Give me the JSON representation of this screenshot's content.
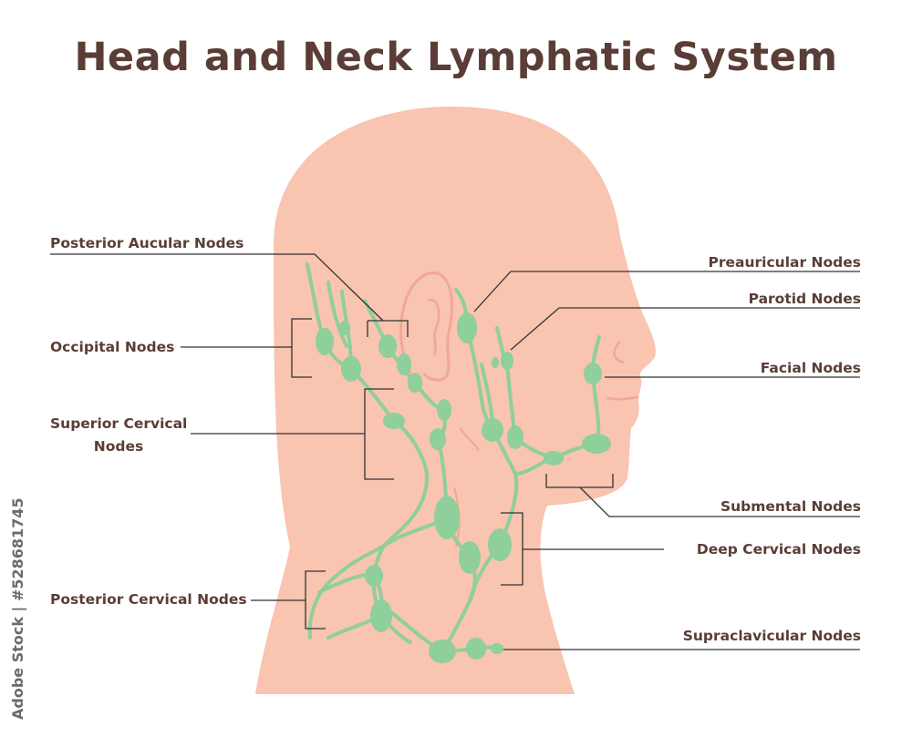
{
  "title": "Head and Neck Lymphatic System",
  "colors": {
    "skin": "#f9c4b0",
    "node": "#8fcf9c",
    "vessel": "#8fcf9c",
    "ear": "#f0a79a",
    "text": "#5a3d36",
    "line": "#333333"
  },
  "labels": {
    "posterior_auricular": "Posterior Aucular Nodes",
    "occipital": "Occipital Nodes",
    "superior_cervical_1": "Superior Cervical",
    "superior_cervical_2": "Nodes",
    "posterior_cervical": "Posterior Cervical Nodes",
    "preauricular": "Preauricular Nodes",
    "parotid": "Parotid Nodes",
    "facial": "Facial Nodes",
    "submental": "Submental Nodes",
    "deep_cervical": "Deep Cervical Nodes",
    "supraclavicular": "Supraclavicular Nodes"
  },
  "side_text": "Adobe Stock | #528681745"
}
